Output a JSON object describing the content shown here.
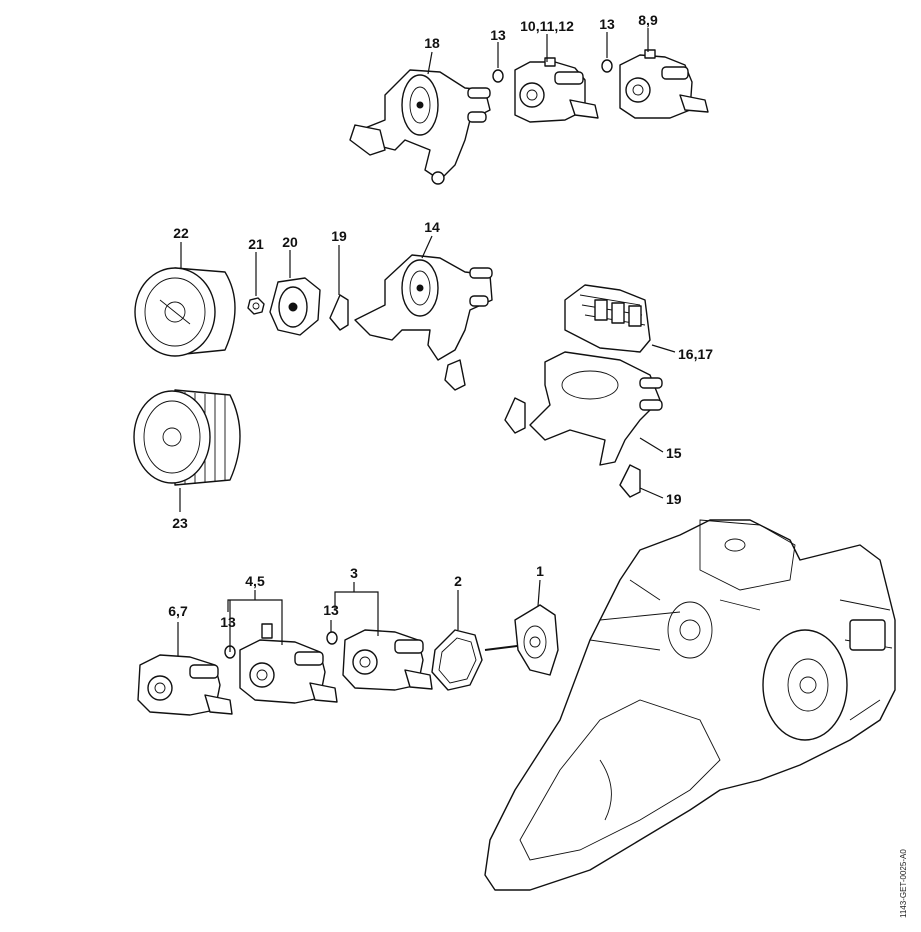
{
  "callouts": {
    "c18": "18",
    "c13a": "13",
    "c10_12": "10,11,12",
    "c13b": "13",
    "c8_9": "8,9",
    "c22": "22",
    "c21": "21",
    "c20": "20",
    "c19a": "19",
    "c14": "14",
    "c16_17": "16,17",
    "c15": "15",
    "c19b": "19",
    "c23": "23",
    "c6_7": "6,7",
    "c4_5": "4,5",
    "c3": "3",
    "c2": "2",
    "c1": "1",
    "c13c": "13",
    "c13d": "13"
  },
  "drawing_code": "1143-GET-0025-A0"
}
